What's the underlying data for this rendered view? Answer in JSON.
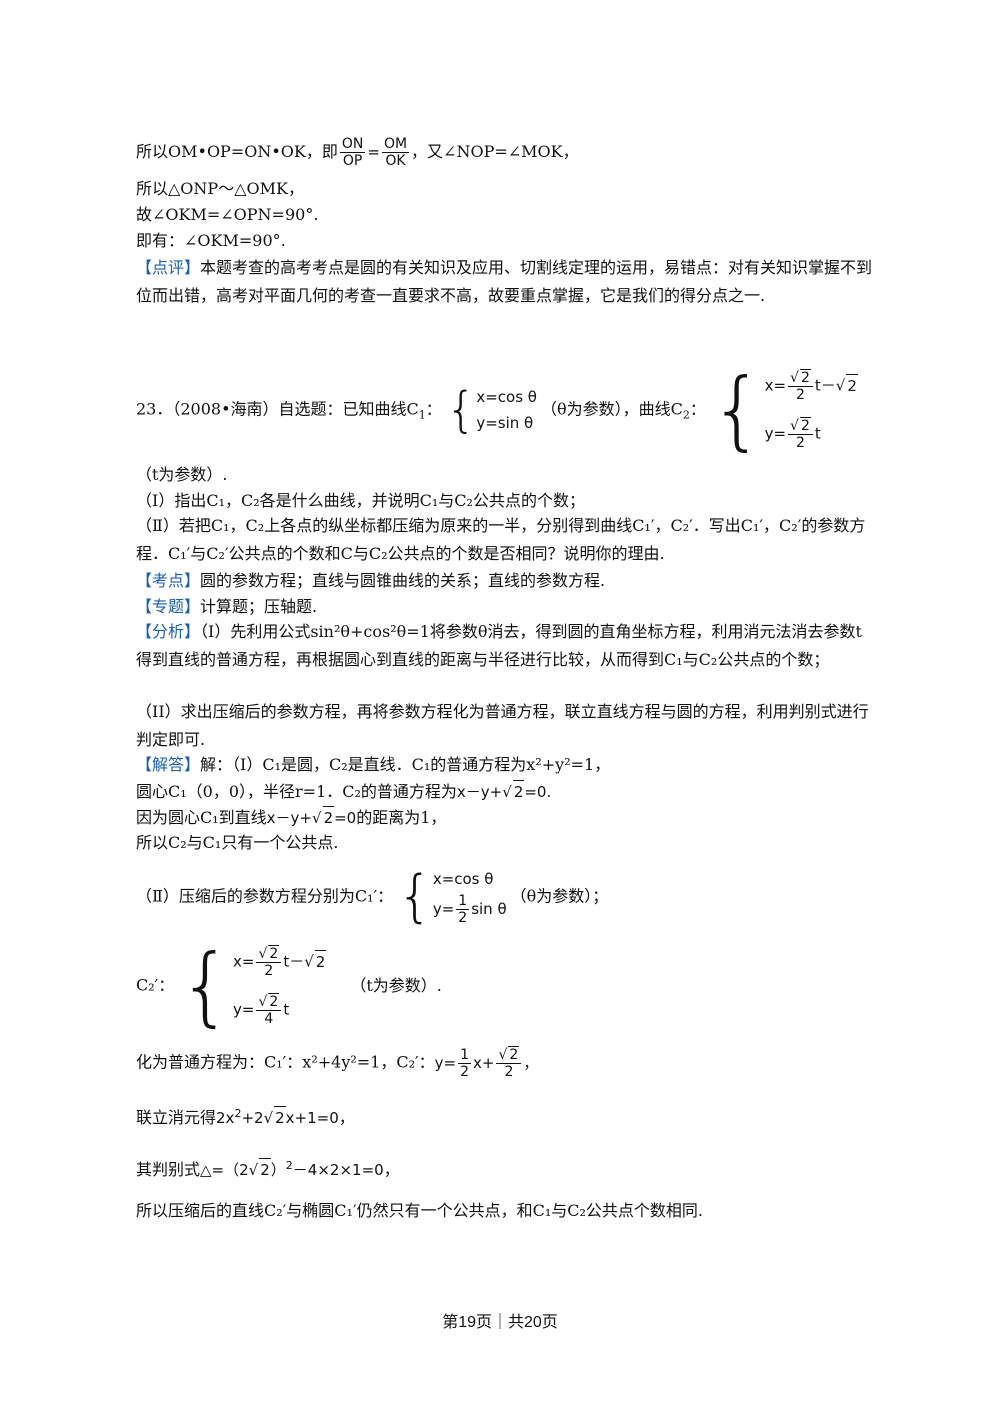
{
  "p1": {
    "a": "所以OM•OP=ON•OK，即",
    "frac1_num": "ON",
    "frac1_den": "OP",
    "eq": "=",
    "frac2_num": "OM",
    "frac2_den": "OK",
    "b": "，又∠NOP=∠MOK，"
  },
  "l2": "所以△ONP～△OMK，",
  "l3": "故∠OKM=∠OPN=90°.",
  "l4": "即有：∠OKM=90°.",
  "review": {
    "tag": "【点评】",
    "text": "本题考查的高考考点是圆的有关知识及应用、切割线定理的运用，易错点：对有关知识掌握不到位而出错，高考对平面几何的考查一直要求不高，故要重点掌握，它是我们的得分点之一."
  },
  "q23": {
    "prefix": "23．（2008•海南）自选题：已知曲线C",
    "sub1": "1",
    "colon": "：",
    "c1_x": "x=cos θ",
    "c1_y": "y=sin θ",
    "theta_param": "（θ为参数），曲线C",
    "sub2": "2",
    "colon2": "：",
    "c2_x_pre": "x=",
    "c2_x_num": "2",
    "c2_x_den": "2",
    "c2_x_post": "t－",
    "c2_x_rad": "2",
    "c2_y_pre": "y=",
    "c2_y_num": "2",
    "c2_y_den": "2",
    "c2_y_post": "t",
    "t_param": "（t为参数）."
  },
  "part1": "（Ⅰ）指出C₁，C₂各是什么曲线，并说明C₁与C₂公共点的个数；",
  "part2": "（Ⅱ）若把C₁，C₂上各点的纵坐标都压缩为原来的一半，分别得到曲线C₁′，C₂′．写出C₁′，C₂′的参数方程．C₁′与C₂′公共点的个数和C与C₂公共点的个数是否相同？说明你的理由.",
  "kaodian": {
    "tag": "【考点】",
    "text": "圆的参数方程；直线与圆锥曲线的关系；直线的参数方程."
  },
  "zhuanti": {
    "tag": "【专题】",
    "text": "计算题；压轴题."
  },
  "fenxi": {
    "tag": "【分析】",
    "text1": "（I）先利用公式sin²θ+cos²θ=1将参数θ消去，得到圆的直角坐标方程，利用消元法消去参数t得到直线的普通方程，再根据圆心到直线的距离与半径进行比较，从而得到C₁与C₂公共点的个数；",
    "text2": "（II）求出压缩后的参数方程，再将参数方程化为普通方程，联立直线方程与圆的方程，利用判别式进行判定即可."
  },
  "jieda": {
    "tag": "【解答】",
    "l1": "解：（Ⅰ）C₁是圆，C₂是直线．C₁的普通方程为x²+y²=1，",
    "l2a": "圆心C₁（0，0），半径r=1．C₂的普通方程为",
    "l2m_pre": "x－y+",
    "l2m_rad": "2",
    "l2m_post": "=0.",
    "l3a": "因为圆心C₁到直线",
    "l3m_pre": "x－y+",
    "l3m_rad": "2",
    "l3m_post": "=0",
    "l3b": "的距离为1，",
    "l4": "所以C₂与C₁只有一个公共点.",
    "p2_a": "（Ⅱ）压缩后的参数方程分别为C₁′：",
    "p2_x": "x=cos θ",
    "p2_y_pre": "y=",
    "p2_y_num": "1",
    "p2_y_den": "2",
    "p2_y_post": "sin θ",
    "p2_param": "（θ为参数）；",
    "c2p_label": "C₂′：",
    "c2p_x_pre": "x=",
    "c2p_x_num": "2",
    "c2p_x_den": "2",
    "c2p_x_post": "t－",
    "c2p_x_rad": "2",
    "c2p_y_pre": "y=",
    "c2p_y_num": "2",
    "c2p_y_den": "4",
    "c2p_y_post": "t",
    "c2p_param": "（t为参数）.",
    "norm_a": "化为普通方程为：C₁′：x²+4y²=1，C₂′：",
    "norm_pre": "y=",
    "norm_f1n": "1",
    "norm_f1d": "2",
    "norm_mid": "x+",
    "norm_f2n": "2",
    "norm_f2d": "2",
    "norm_post": "，",
    "elim_a": "联立消元得",
    "elim_m1": "2x",
    "elim_sup": "2",
    "elim_m2": "+2",
    "elim_rad": "2",
    "elim_m3": "x+1=0",
    "elim_b": "，",
    "disc_a": "其判别式",
    "disc_m1": "△=（2",
    "disc_rad": "2",
    "disc_m2": "）",
    "disc_sup": "2",
    "disc_m3": "－4×2×1=0",
    "disc_b": "，",
    "final": "所以压缩后的直线C₂′与椭圆C₁′仍然只有一个公共点，和C₁与C₂公共点个数相同."
  },
  "footer": "第19页｜共20页"
}
